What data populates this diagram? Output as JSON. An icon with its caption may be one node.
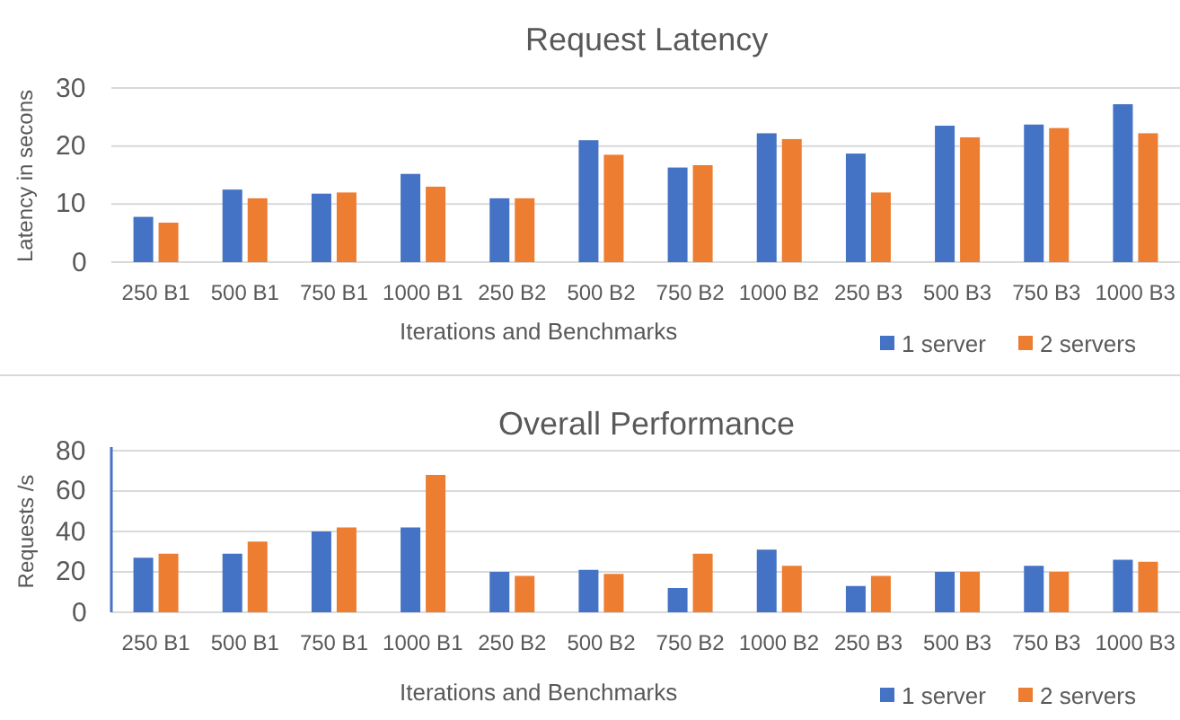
{
  "diagram": {
    "chart_data": [
      {
        "type": "bar",
        "title": "Request Latency",
        "xlabel": "Iterations and Benchmarks",
        "ylabel": "Latency in secons",
        "categories": [
          "250 B1",
          "500 B1",
          "750 B1",
          "1000 B1",
          "250 B2",
          "500 B2",
          "750 B2",
          "1000 B2",
          "250 B3",
          "500 B3",
          "750 B3",
          "1000 B3"
        ],
        "ylim": [
          0,
          30
        ],
        "yticks": [
          0,
          10,
          20,
          30
        ],
        "grid": true,
        "legend": "bottom-right",
        "series": [
          {
            "name": "1 server",
            "color": "#4472c4",
            "values": [
              7.8,
              12.5,
              11.8,
              15.2,
              11,
              21,
              16.3,
              22.2,
              18.7,
              23.5,
              23.7,
              27.2
            ]
          },
          {
            "name": "2 servers",
            "color": "#ed7d31",
            "values": [
              6.8,
              11,
              12,
              13,
              11,
              18.5,
              16.7,
              21.2,
              12,
              21.5,
              23.1,
              22.2
            ]
          }
        ]
      },
      {
        "type": "bar",
        "title": "Overall Performance",
        "xlabel": "Iterations and Benchmarks",
        "ylabel": "Requests /s",
        "categories": [
          "250 B1",
          "500 B1",
          "750 B1",
          "1000 B1",
          "250 B2",
          "500 B2",
          "750 B2",
          "1000 B2",
          "250 B3",
          "500 B3",
          "750 B3",
          "1000 B3"
        ],
        "ylim": [
          0,
          80
        ],
        "yticks": [
          0,
          20,
          40,
          60,
          80
        ],
        "grid": true,
        "legend": "bottom-right",
        "series": [
          {
            "name": "1 server",
            "color": "#4472c4",
            "values": [
              27,
              29,
              40,
              42,
              20,
              21,
              12,
              31,
              13,
              20,
              23,
              26
            ]
          },
          {
            "name": "2 servers",
            "color": "#ed7d31",
            "values": [
              29,
              35,
              42,
              68,
              18,
              19,
              29,
              23,
              18,
              20,
              20,
              25
            ]
          }
        ]
      }
    ]
  }
}
